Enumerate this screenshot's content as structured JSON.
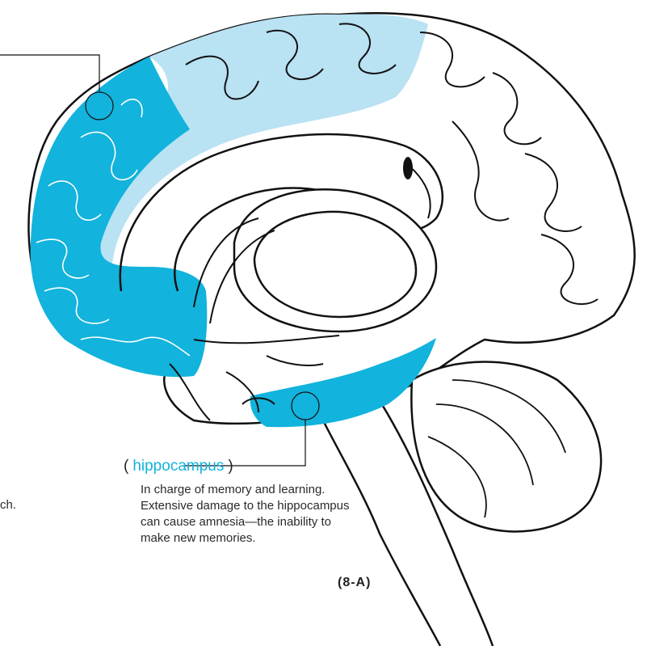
{
  "colors": {
    "accent_dark": "#12b3dc",
    "accent_light": "#b9e2f3",
    "outline": "#111111",
    "text": "#2a2a2a"
  },
  "hippocampus": {
    "open_paren": "(",
    "term": "hippocampus",
    "close_paren": ")",
    "description": "In charge of memory and learning. Extensive damage to the hippocampus can cause amnesia—the inability to make new memories."
  },
  "cut_off_text": "ch.",
  "figure_id": "(8-A)"
}
